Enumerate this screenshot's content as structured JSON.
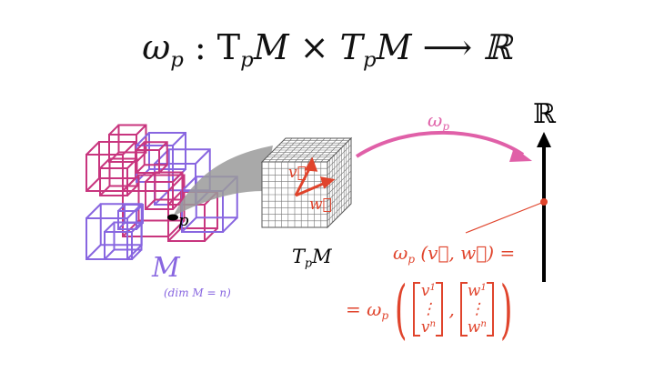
{
  "title": {
    "omega": "ω",
    "p1": "p",
    "colon": " : T",
    "p2": "p",
    "mid": "M × T",
    "p3": "p",
    "end": "M ⟶ ℝ"
  },
  "arc_label": {
    "omega": "ω",
    "p": "p"
  },
  "reals_label": "ℝ",
  "point_label": "p",
  "manifold_label": "M",
  "dim_label": "(dim M = n)",
  "tangent_label": {
    "T": "T",
    "p": "p",
    "M": "M"
  },
  "vectors": {
    "v": "v⃗",
    "w": "w⃗"
  },
  "formula": {
    "line1": {
      "omega": "ω",
      "p": "p",
      "args": "(v⃗, w⃗) ="
    },
    "line2": {
      "prefix": "= ω",
      "p": "p",
      "v1": "v",
      "v1sup": "1",
      "vdots": "⋮",
      "vn": "v",
      "vnsup": "n",
      "comma": ",",
      "w1": "w",
      "w1sup": "1",
      "wdots": "⋮",
      "wn": "w",
      "wnsup": "n"
    }
  },
  "colors": {
    "magenta": "#c8357e",
    "purple": "#8866e0",
    "pink_arc": "#e060a8",
    "red": "#e0442c",
    "axis": "#000000"
  }
}
